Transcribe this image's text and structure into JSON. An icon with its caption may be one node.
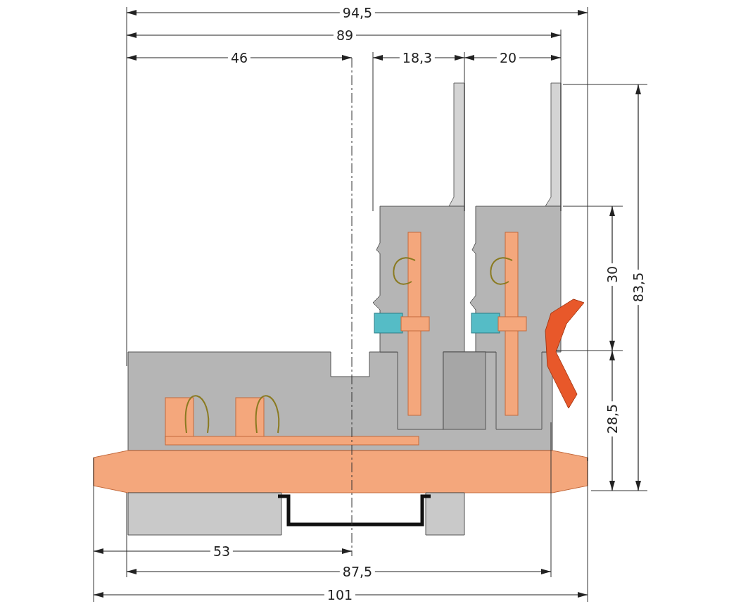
{
  "diagram": {
    "labels": [
      "94,5",
      "89",
      "46",
      "18,3",
      "20",
      "30",
      "83,5",
      "28,5",
      "53",
      "87,5",
      "101"
    ]
  }
}
